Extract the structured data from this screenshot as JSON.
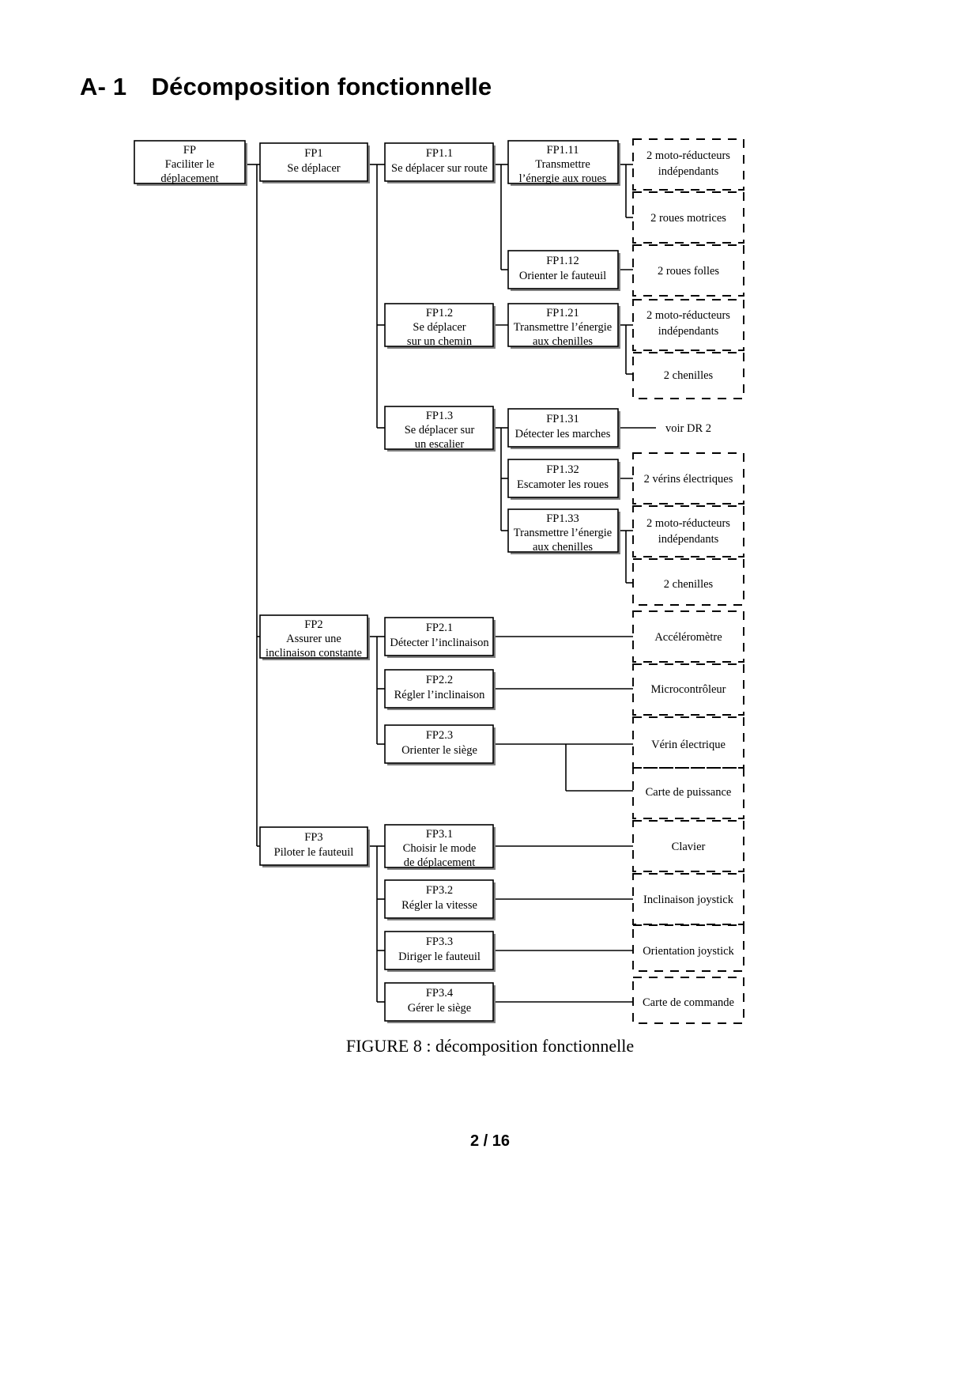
{
  "document": {
    "section_number": "A- 1",
    "section_title": "Décomposition fonctionnelle",
    "heading_full": "A- 1 Décomposition fonctionnelle",
    "figure_caption": "FIGURE 8 : décomposition fonctionnelle",
    "page_number": "2 / 16"
  },
  "diagram": {
    "type": "functional-decomposition-tree",
    "root": {
      "id": "FP",
      "code": "FP",
      "lines": [
        "FP",
        "Faciliter le",
        "déplacement"
      ]
    },
    "level1": [
      {
        "id": "FP1",
        "lines": [
          "FP1",
          "Se déplacer"
        ]
      },
      {
        "id": "FP2",
        "lines": [
          "FP2",
          "Assurer une",
          "inclinaison constante"
        ]
      },
      {
        "id": "FP3",
        "lines": [
          "FP3",
          "Piloter le fauteuil"
        ]
      }
    ],
    "level2": [
      {
        "id": "FP1.1",
        "parent": "FP1",
        "lines": [
          "FP1.1",
          "Se déplacer sur route"
        ]
      },
      {
        "id": "FP1.2",
        "parent": "FP1",
        "lines": [
          "FP1.2",
          "Se déplacer",
          "sur un chemin"
        ]
      },
      {
        "id": "FP1.3",
        "parent": "FP1",
        "lines": [
          "FP1.3",
          "Se déplacer sur",
          "un escalier"
        ]
      },
      {
        "id": "FP2.1",
        "parent": "FP2",
        "lines": [
          "FP2.1",
          "Détecter l’inclinaison"
        ]
      },
      {
        "id": "FP2.2",
        "parent": "FP2",
        "lines": [
          "FP2.2",
          "Régler l’inclinaison"
        ]
      },
      {
        "id": "FP2.3",
        "parent": "FP2",
        "lines": [
          "FP2.3",
          "Orienter le siège"
        ]
      },
      {
        "id": "FP3.1",
        "parent": "FP3",
        "lines": [
          "FP3.1",
          "Choisir le mode",
          "de déplacement"
        ]
      },
      {
        "id": "FP3.2",
        "parent": "FP3",
        "lines": [
          "FP3.2",
          "Régler la vitesse"
        ]
      },
      {
        "id": "FP3.3",
        "parent": "FP3",
        "lines": [
          "FP3.3",
          "Diriger le fauteuil"
        ]
      },
      {
        "id": "FP3.4",
        "parent": "FP3",
        "lines": [
          "FP3.4",
          "Gérer le siège"
        ]
      }
    ],
    "level3": [
      {
        "id": "FP1.11",
        "parent": "FP1.1",
        "lines": [
          "FP1.11",
          "Transmettre",
          "l’énergie aux roues"
        ]
      },
      {
        "id": "FP1.12",
        "parent": "FP1.1",
        "lines": [
          "FP1.12",
          "Orienter le fauteuil"
        ]
      },
      {
        "id": "FP1.21",
        "parent": "FP1.2",
        "lines": [
          "FP1.21",
          "Transmettre l’énergie",
          "aux chenilles"
        ]
      },
      {
        "id": "FP1.31",
        "parent": "FP1.3",
        "lines": [
          "FP1.31",
          "Détecter les marches"
        ]
      },
      {
        "id": "FP1.32",
        "parent": "FP1.3",
        "lines": [
          "FP1.32",
          "Escamoter les roues"
        ]
      },
      {
        "id": "FP1.33",
        "parent": "FP1.3",
        "lines": [
          "FP1.33",
          "Transmettre l’énergie",
          "aux chenilles"
        ]
      }
    ],
    "solutions": [
      {
        "id": "S1",
        "lines": [
          "2 moto-réducteurs",
          "indépendants"
        ],
        "dashed": true
      },
      {
        "id": "S2",
        "lines": [
          "2 roues motrices"
        ],
        "dashed": true
      },
      {
        "id": "S3",
        "lines": [
          "2 roues folles"
        ],
        "dashed": true
      },
      {
        "id": "S4",
        "lines": [
          "2 moto-réducteurs",
          "indépendants"
        ],
        "dashed": true
      },
      {
        "id": "S5",
        "lines": [
          "2 chenilles"
        ],
        "dashed": true
      },
      {
        "id": "S6",
        "lines": [
          "voir DR 2"
        ],
        "dashed": false
      },
      {
        "id": "S7",
        "lines": [
          "2 vérins électriques"
        ],
        "dashed": true
      },
      {
        "id": "S8",
        "lines": [
          "2 moto-réducteurs",
          "indépendants"
        ],
        "dashed": true
      },
      {
        "id": "S9",
        "lines": [
          "2 chenilles"
        ],
        "dashed": true
      },
      {
        "id": "S10",
        "lines": [
          "Accéléromètre"
        ],
        "dashed": true
      },
      {
        "id": "S11",
        "lines": [
          "Microcontrôleur"
        ],
        "dashed": true
      },
      {
        "id": "S12",
        "lines": [
          "Vérin électrique"
        ],
        "dashed": true
      },
      {
        "id": "S13",
        "lines": [
          "Carte de puissance"
        ],
        "dashed": true
      },
      {
        "id": "S14",
        "lines": [
          "Clavier"
        ],
        "dashed": true
      },
      {
        "id": "S15",
        "lines": [
          "Inclinaison joystick"
        ],
        "dashed": true
      },
      {
        "id": "S16",
        "lines": [
          "Orientation joystick"
        ],
        "dashed": true
      },
      {
        "id": "S17",
        "lines": [
          "Carte de commande"
        ],
        "dashed": true
      }
    ],
    "links": [
      {
        "from": "FP",
        "to": [
          "FP1",
          "FP2",
          "FP3"
        ]
      },
      {
        "from": "FP1",
        "to": [
          "FP1.1",
          "FP1.2",
          "FP1.3"
        ]
      },
      {
        "from": "FP1.1",
        "to": [
          "FP1.11",
          "FP1.12"
        ]
      },
      {
        "from": "FP1.2",
        "to": [
          "FP1.21"
        ]
      },
      {
        "from": "FP1.3",
        "to": [
          "FP1.31",
          "FP1.32",
          "FP1.33"
        ]
      },
      {
        "from": "FP1.11",
        "to": [
          "S1",
          "S2"
        ]
      },
      {
        "from": "FP1.12",
        "to": [
          "S3"
        ]
      },
      {
        "from": "FP1.21",
        "to": [
          "S4",
          "S5"
        ]
      },
      {
        "from": "FP1.31",
        "to": [
          "S6"
        ]
      },
      {
        "from": "FP1.32",
        "to": [
          "S7"
        ]
      },
      {
        "from": "FP1.33",
        "to": [
          "S8",
          "S9"
        ]
      },
      {
        "from": "FP2",
        "to": [
          "FP2.1",
          "FP2.2",
          "FP2.3"
        ]
      },
      {
        "from": "FP2.1",
        "to": [
          "S10"
        ]
      },
      {
        "from": "FP2.2",
        "to": [
          "S11"
        ]
      },
      {
        "from": "FP2.3",
        "to": [
          "S12",
          "S13"
        ]
      },
      {
        "from": "FP3",
        "to": [
          "FP3.1",
          "FP3.2",
          "FP3.3",
          "FP3.4"
        ]
      },
      {
        "from": "FP3.1",
        "to": [
          "S14"
        ]
      },
      {
        "from": "FP3.2",
        "to": [
          "S15"
        ]
      },
      {
        "from": "FP3.3",
        "to": [
          "S16"
        ]
      },
      {
        "from": "FP3.4",
        "to": [
          "S17"
        ]
      }
    ]
  },
  "colors": {
    "ink": "#000000",
    "paper": "#ffffff",
    "box_shadow": "#808080"
  }
}
